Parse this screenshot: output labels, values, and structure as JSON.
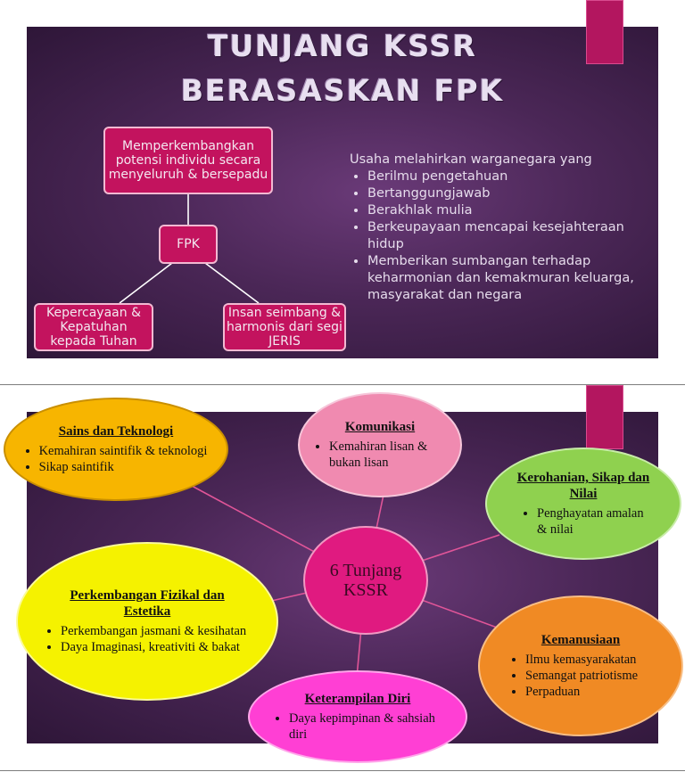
{
  "slide1": {
    "title_line1": "TUNJANG KSSR",
    "title_line2": "BERASASKAN FPK",
    "top_box": "Memperkembangkan potensi individu secara menyeluruh & bersepadu",
    "center_box": "FPK",
    "left_box": "Kepercayaan & Kepatuhan kepada Tuhan",
    "right_box": "Insan seimbang & harmonis dari segi JERIS",
    "aims_intro": "Usaha melahirkan warganegara yang",
    "aims": [
      "Berilmu pengetahuan",
      "Bertanggungjawab",
      "Berakhlak mulia",
      "Berkeupayaan mencapai kesejahteraan hidup",
      "Memberikan sumbangan terhadap keharmonian dan kemakmuran keluarga, masyarakat dan negara"
    ]
  },
  "slide2": {
    "center_label": "6 Tunjang KSSR",
    "sains": {
      "title": "Sains dan Teknologi",
      "items": [
        "Kemahiran saintifik & teknologi",
        "Sikap saintifik"
      ]
    },
    "komunikasi": {
      "title": "Komunikasi",
      "items": [
        "Kemahiran lisan & bukan lisan"
      ]
    },
    "kerohanian": {
      "title": "Kerohanian, Sikap dan Nilai",
      "items": [
        "Penghayatan amalan & nilai"
      ]
    },
    "fizikal": {
      "title": "Perkembangan Fizikal dan Estetika",
      "items": [
        "Perkembangan jasmani & kesihatan",
        "Daya Imaginasi, kreativiti & bakat"
      ]
    },
    "kemanusiaan": {
      "title": "Kemanusiaan",
      "items": [
        "Ilmu kemasyarakatan",
        "Semangat patriotisme",
        "Perpaduan"
      ]
    },
    "keterampilan": {
      "title": "Keterampilan Diri",
      "items": [
        "Daya kepimpinan & sahsiah diri"
      ]
    }
  },
  "colors": {
    "slide_bg": "#4b2757",
    "ribbon": "#b3165f",
    "pink_box": "#c3135e",
    "center_hub": "#e01a80",
    "sains": "#f7b500",
    "komunikasi": "#f08ab0",
    "kerohanian": "#8fd14f",
    "fizikal": "#f5f200",
    "kemanusiaan": "#f08a24",
    "keterampilan": "#ff3fd4"
  }
}
